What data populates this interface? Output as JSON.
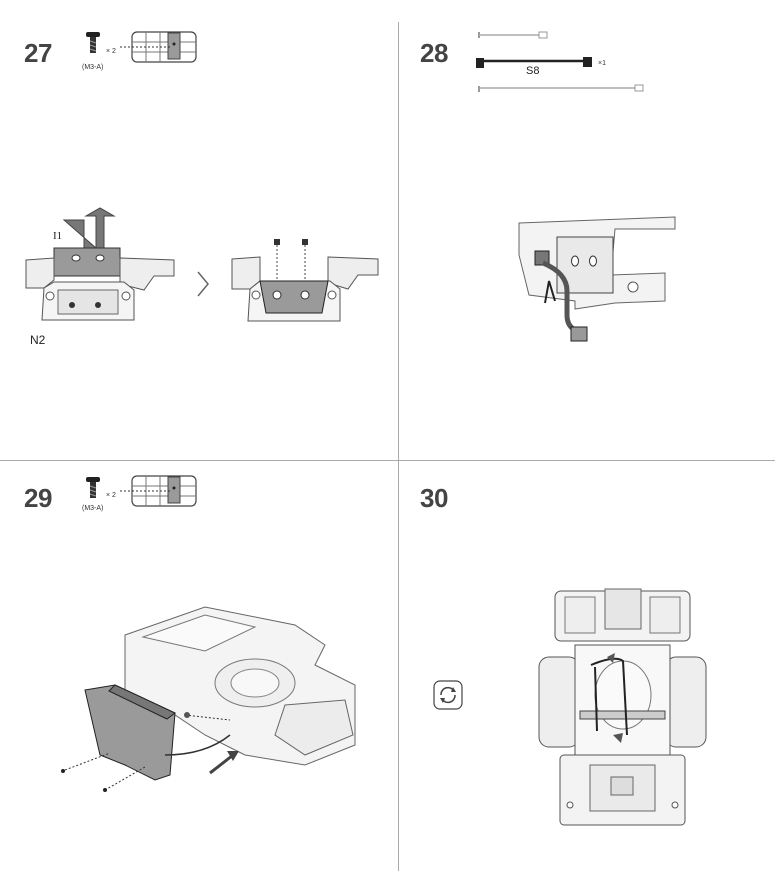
{
  "steps": [
    {
      "number": "27",
      "screw_qty": "× 2",
      "screw_type": "(M3-A)",
      "part_label_top": "I1",
      "part_label_bottom": "N2"
    },
    {
      "number": "28",
      "cable_label": "S8",
      "cable_qty": "×1"
    },
    {
      "number": "29",
      "screw_qty": "× 2",
      "screw_type": "(M3-A)"
    },
    {
      "number": "30"
    }
  ],
  "icons": {
    "next_step": "chevron-right-icon",
    "rotate": "rotate-icon",
    "screw": "screw-icon",
    "frame_locator": "frame-locator-icon",
    "cable": "cable-icon"
  },
  "colors": {
    "part_fill": "#9a9a9a",
    "line": "#444444",
    "highlight": "#dddddd"
  }
}
